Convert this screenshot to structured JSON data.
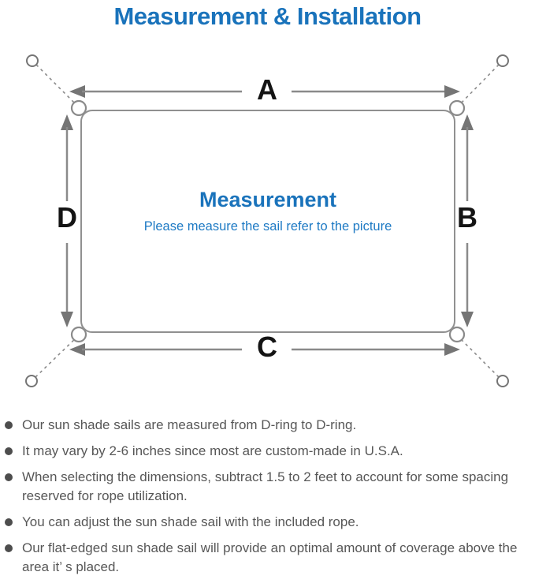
{
  "page": {
    "title": "Measurement & Installation"
  },
  "diagram": {
    "center_heading": "Measurement",
    "center_subtitle": "Please measure the sail refer to the picture",
    "label_top": "A",
    "label_right": "B",
    "label_bottom": "C",
    "label_left": "D"
  },
  "notes": [
    "Our sun shade sails are measured from D-ring to D-ring.",
    "It may vary by 2-6 inches since most are custom-made in U.S.A.",
    "When selecting the dimensions, subtract 1.5 to 2 feet to account for some spacing reserved for rope utilization.",
    "You can adjust the sun shade sail with the included rope.",
    "Our flat-edged sun shade sail will provide an optimal amount of coverage above the area it’ s placed."
  ],
  "colors": {
    "accent_blue": "#1a73bb",
    "subtitle_blue": "#1e7ac4",
    "line_gray": "#8a8a8a",
    "arrow_gray": "#757575",
    "note_text_gray": "#575757",
    "dim_label_black": "#141414"
  }
}
